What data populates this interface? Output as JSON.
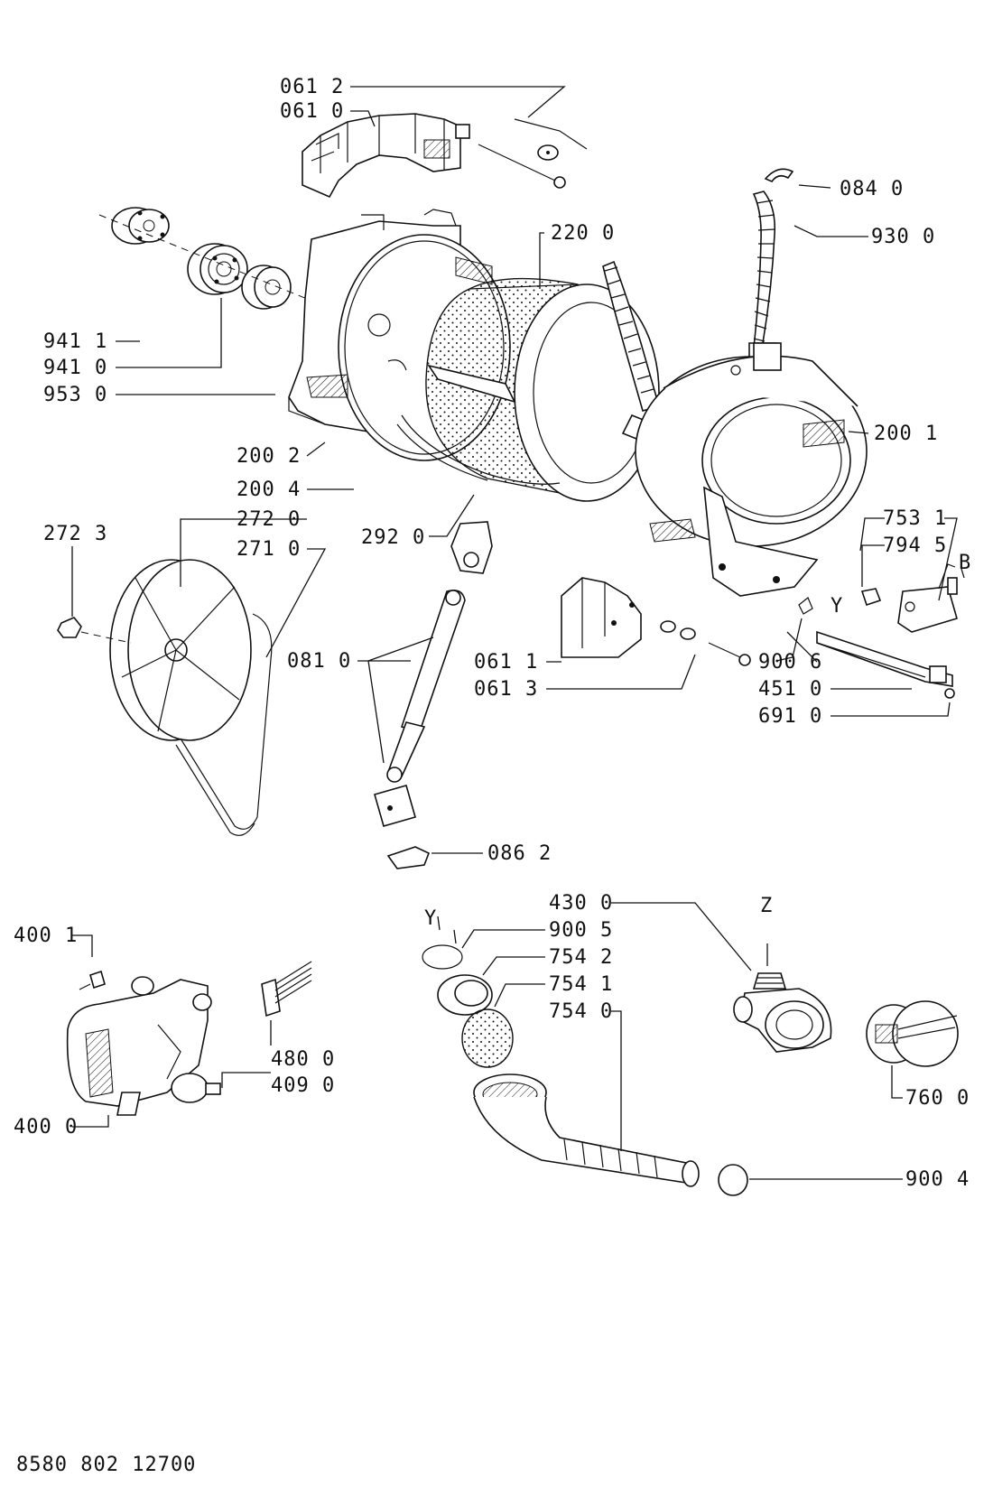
{
  "document_number": "8580 802 12700",
  "letters": {
    "b": "B",
    "y_tank": "Y",
    "y_seal": "Y",
    "z": "Z"
  },
  "labels": {
    "p0612": "061 2",
    "p0610": "061 0",
    "p0840": "084 0",
    "p2200": "220 0",
    "p9300": "930 0",
    "p9411": "941 1",
    "p9410": "941 0",
    "p9530": "953 0",
    "p2001": "200 1",
    "p2002": "200 2",
    "p2004": "200 4",
    "p2723": "272 3",
    "p2720": "272 0",
    "p2710": "271 0",
    "p2920": "292 0",
    "p7531": "753 1",
    "p7945": "794 5",
    "p0810": "081 0",
    "p0611": "061 1",
    "p0613": "061 3",
    "p9006": "900 6",
    "p4510": "451 0",
    "p6910": "691 0",
    "p0862": "086 2",
    "p4300": "430 0",
    "p9005": "900 5",
    "p7542": "754 2",
    "p7541": "754 1",
    "p7540": "754 0",
    "p4001": "400 1",
    "p4800": "480 0",
    "p4090": "409 0",
    "p4000": "400 0",
    "p7600": "760 0",
    "p9004": "900 4"
  }
}
